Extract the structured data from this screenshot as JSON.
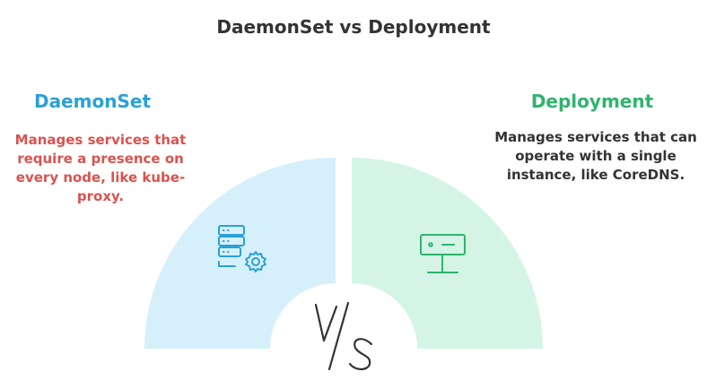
{
  "title": "DaemonSet vs Deployment",
  "left": {
    "heading": "DaemonSet",
    "description": "Manages services that require a presence on every node, like kube-proxy.",
    "color": "#2aa0d8",
    "desc_color": "#d9534f",
    "fill": "#d6f0fb",
    "icon": "server-gear-icon"
  },
  "right": {
    "heading": "Deployment",
    "description": "Manages services that can operate with a single instance, like CoreDNS.",
    "color": "#2fb36e",
    "desc_color": "#333333",
    "fill": "#d4f5e6",
    "icon": "monitor-icon"
  },
  "center_label": "VS"
}
